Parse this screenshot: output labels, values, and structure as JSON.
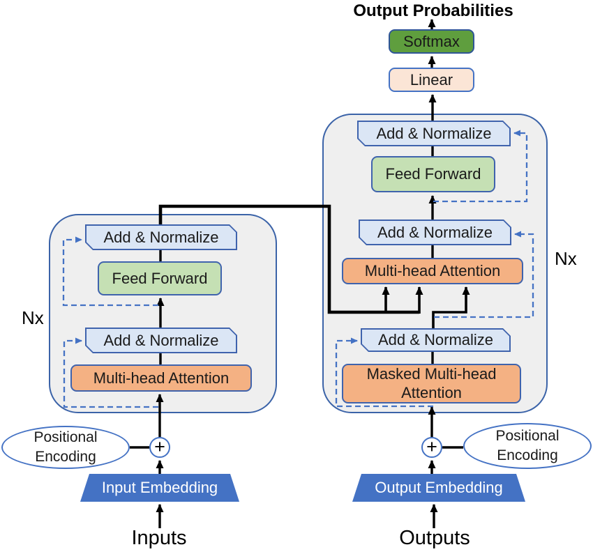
{
  "title": "Output Probabilities",
  "head": {
    "softmax": "Softmax",
    "linear": "Linear"
  },
  "encoder": {
    "repeat_label": "Nx",
    "add_normalize_top": "Add & Normalize",
    "feed_forward": "Feed Forward",
    "add_normalize_bottom": "Add & Normalize",
    "attention": "Multi-head Attention"
  },
  "decoder": {
    "repeat_label": "Nx",
    "add_normalize_top": "Add & Normalize",
    "feed_forward": "Feed Forward",
    "add_normalize_middle": "Add & Normalize",
    "attention": "Multi-head Attention",
    "add_normalize_bottom": "Add & Normalize",
    "masked_attention": "Masked Multi-head Attention"
  },
  "encoder_input": {
    "positional_encoding_line1": "Positional",
    "positional_encoding_line2": "Encoding",
    "plus_symbol": "+",
    "embedding": "Input Embedding",
    "source_label": "Inputs"
  },
  "decoder_input": {
    "positional_encoding_line1": "Positional",
    "positional_encoding_line2": "Encoding",
    "plus_symbol": "+",
    "embedding": "Output Embedding",
    "source_label": "Outputs"
  },
  "colors": {
    "softmax_green": "#5f9e3e",
    "feed_forward_green": "#c5e0b4",
    "attention_orange": "#f4b183",
    "add_normalize_blue": "#dbe6f5",
    "linear_peach": "#fbe5d6",
    "embedding_blue": "#4472c4",
    "block_fill": "#efefef",
    "outline_blue": "#3b63a8",
    "dashed_blue": "#4472c4",
    "connector_black": "#000000"
  }
}
